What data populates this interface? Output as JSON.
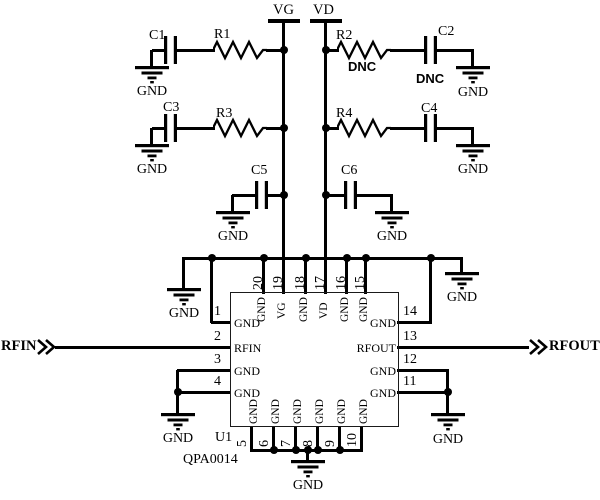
{
  "labels": {
    "vg": "VG",
    "vd": "VD",
    "gnd": "GND",
    "dnc": "DNC",
    "rfin": "RFIN",
    "rfout": "RFOUT"
  },
  "components": {
    "c1": "C1",
    "r1": "R1",
    "r2": "R2",
    "c2": "C2",
    "c3": "C3",
    "r3": "R3",
    "r4": "R4",
    "c4": "C4",
    "c5": "C5",
    "c6": "C6"
  },
  "chip": {
    "refdes": "U1",
    "part_number": "QPA0014",
    "pins_left": [
      {
        "num": "1",
        "name": "GND"
      },
      {
        "num": "2",
        "name": "RFIN"
      },
      {
        "num": "3",
        "name": "GND"
      },
      {
        "num": "4",
        "name": "GND"
      }
    ],
    "pins_right": [
      {
        "num": "14",
        "name": "GND"
      },
      {
        "num": "13",
        "name": "RFOUT"
      },
      {
        "num": "12",
        "name": "GND"
      },
      {
        "num": "11",
        "name": "GND"
      }
    ],
    "pins_top": [
      {
        "num": "20",
        "name": "GND"
      },
      {
        "num": "19",
        "name": "VG"
      },
      {
        "num": "18",
        "name": "GND"
      },
      {
        "num": "17",
        "name": "VD"
      },
      {
        "num": "16",
        "name": "GND"
      },
      {
        "num": "15",
        "name": "GND"
      }
    ],
    "pins_bottom": [
      {
        "num": "5",
        "name": "GND"
      },
      {
        "num": "6",
        "name": "GND"
      },
      {
        "num": "7",
        "name": "GND"
      },
      {
        "num": "8",
        "name": "GND"
      },
      {
        "num": "9",
        "name": "GND"
      },
      {
        "num": "10",
        "name": "GND"
      }
    ]
  },
  "colors": {
    "wire": "#000000",
    "background": "#ffffff",
    "chip_border": "#1a1a1a"
  }
}
